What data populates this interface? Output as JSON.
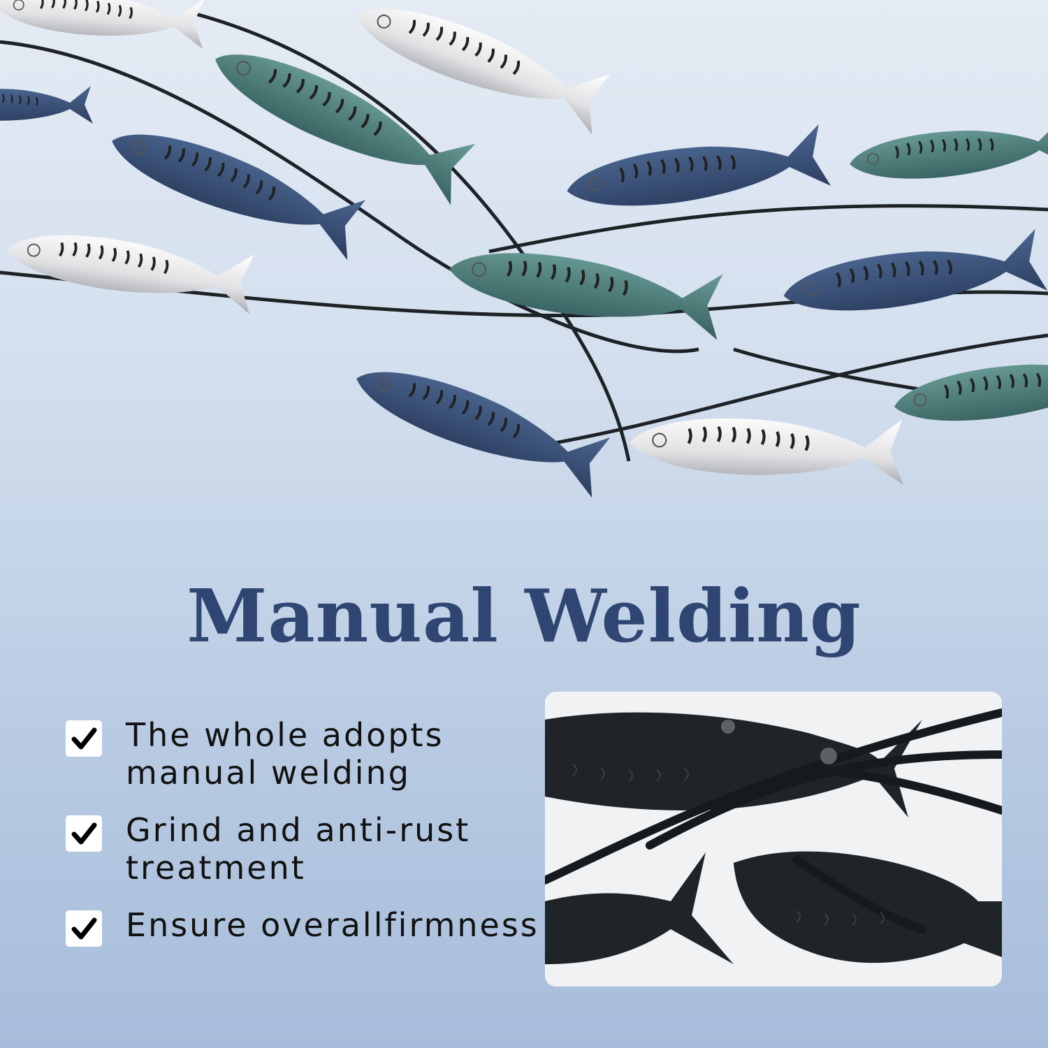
{
  "headline": "Manual Welding",
  "features": [
    {
      "icon": "checkmark-icon",
      "text": "The whole adopts\nmanual welding"
    },
    {
      "icon": "checkmark-icon",
      "text": "Grind and anti-rust\ntreatment"
    },
    {
      "icon": "checkmark-icon",
      "text": "Ensure overallfirmness"
    }
  ],
  "colors": {
    "headline": "#2f4572",
    "background_top": "#e4ebf4",
    "background_bottom": "#a7bddb",
    "fish_silver": "#e9e9ea",
    "fish_teal": "#4f7f7c",
    "fish_navy": "#3d5478",
    "metal_black": "#1f2429"
  }
}
